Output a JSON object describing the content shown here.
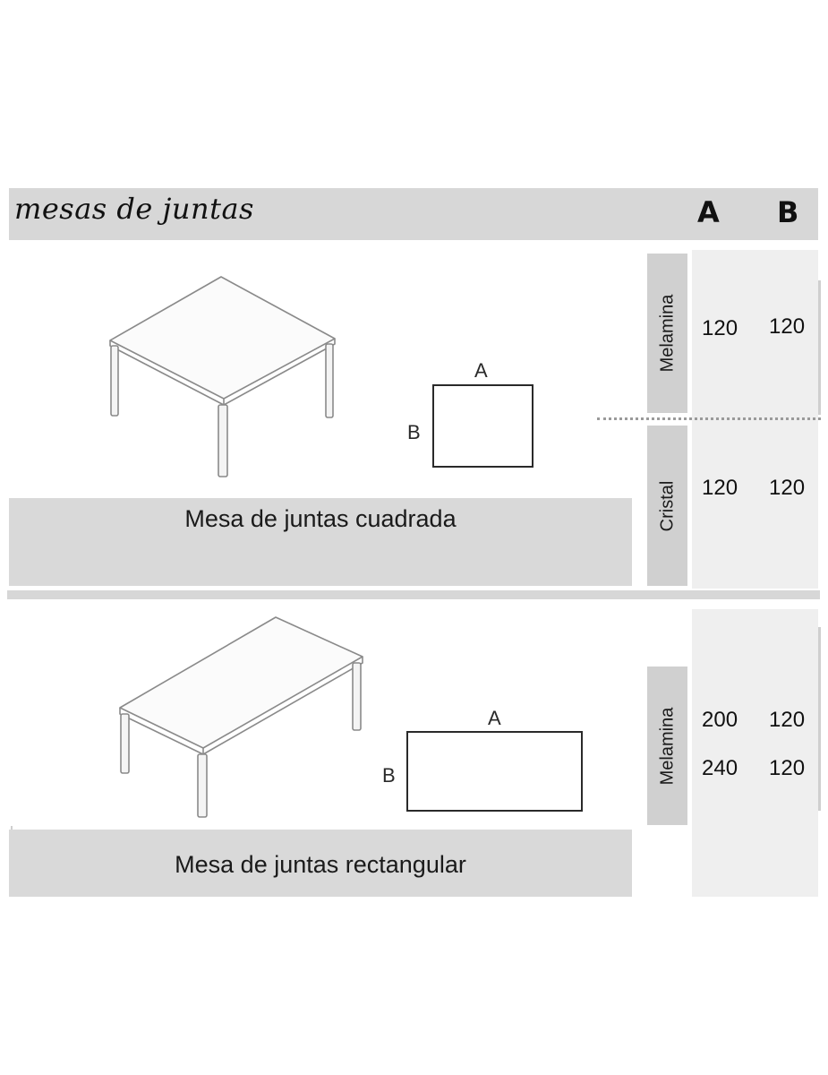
{
  "header": {
    "title": "mesas de juntas",
    "col_a": "A",
    "col_b": "B"
  },
  "sections": [
    {
      "caption": "Mesa de juntas cuadrada",
      "diagram": {
        "label_a": "A",
        "label_b": "B"
      },
      "materials": [
        {
          "name": "Melamina",
          "sizes": [
            {
              "a": "120",
              "b": "120"
            }
          ]
        },
        {
          "name": "Cristal",
          "sizes": [
            {
              "a": "120",
              "b": "120"
            }
          ]
        }
      ]
    },
    {
      "caption": "Mesa de juntas rectangular",
      "diagram": {
        "label_a": "A",
        "label_b": "B"
      },
      "materials": [
        {
          "name": "Melamina",
          "sizes": [
            {
              "a": "200",
              "b": "120"
            },
            {
              "a": "240",
              "b": "120"
            }
          ]
        }
      ]
    }
  ]
}
